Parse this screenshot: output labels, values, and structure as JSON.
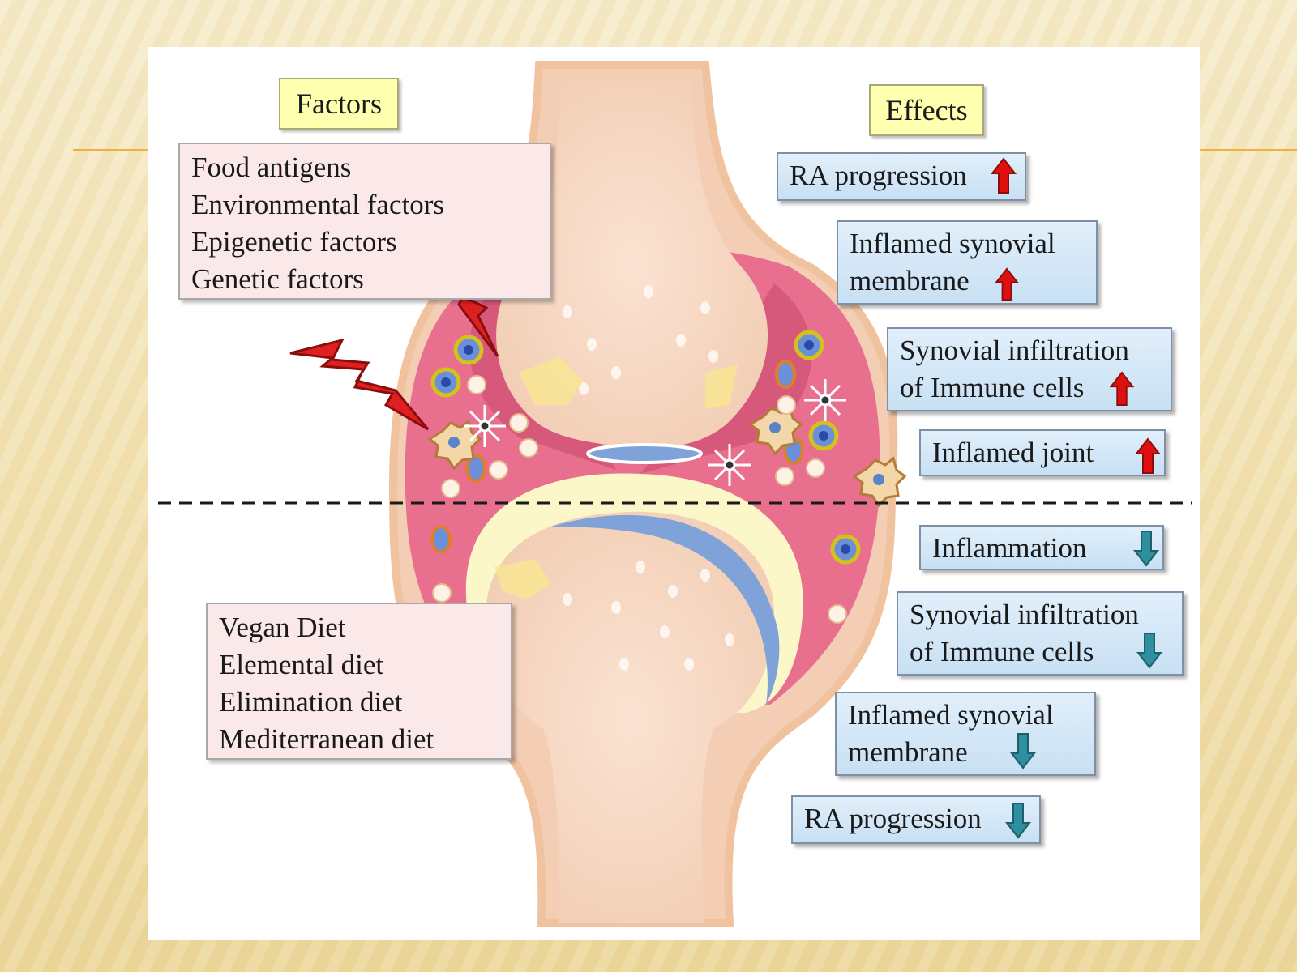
{
  "headers": {
    "factors": "Factors",
    "effects": "Effects"
  },
  "risk_factors": [
    "Food antigens",
    "Environmental factors",
    "Epigenetic factors",
    "Genetic factors"
  ],
  "diets": [
    "Vegan Diet",
    "Elemental diet",
    "Elimination diet",
    "Mediterranean diet"
  ],
  "effects_up": [
    {
      "lines": [
        "RA progression"
      ],
      "direction": "up"
    },
    {
      "lines": [
        "Inflamed synovial",
        "membrane"
      ],
      "direction": "up"
    },
    {
      "lines": [
        "Synovial infiltration",
        "of Immune cells"
      ],
      "direction": "up"
    },
    {
      "lines": [
        "Inflamed joint"
      ],
      "direction": "up"
    }
  ],
  "effects_down": [
    {
      "lines": [
        "Inflammation"
      ],
      "direction": "down"
    },
    {
      "lines": [
        "Synovial infiltration",
        "of Immune cells"
      ],
      "direction": "down"
    },
    {
      "lines": [
        "Inflamed synovial",
        "membrane"
      ],
      "direction": "down"
    },
    {
      "lines": [
        "RA progression"
      ],
      "direction": "down"
    }
  ],
  "colors": {
    "up_arrow": "#e01010",
    "down_arrow": "#2e8fa0",
    "synovium": "#e8708e",
    "bone": "#f8dcc8",
    "cartilage": "#fbf7c8",
    "meniscus": "#7fa2d8"
  }
}
